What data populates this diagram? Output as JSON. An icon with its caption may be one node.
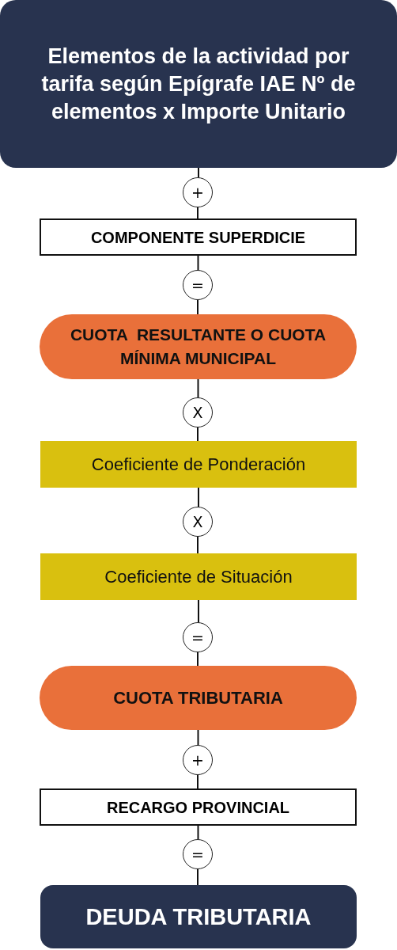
{
  "diagram": {
    "nodes": [
      {
        "text": [
          "Elementos de la actividad por tarifa según Epígrafe IAE Nº de elementos x Importe Unitario"
        ]
      },
      {
        "text": [
          "+"
        ]
      },
      {
        "text": [
          "COMPONENTE SUPERDICIE"
        ]
      },
      {
        "text": [
          "="
        ]
      },
      {
        "text": [
          "CUOTA  RESULTANTE O CUOTA MÍNIMA MUNICIPAL"
        ]
      },
      {
        "text": [
          "X"
        ]
      },
      {
        "text": [
          "Coeficiente de Ponderación"
        ]
      },
      {
        "text": [
          "X"
        ]
      },
      {
        "text": [
          "Coeficiente de Situación"
        ]
      },
      {
        "text": [
          "="
        ]
      },
      {
        "text": [
          "CUOTA TRIBUTARIA"
        ]
      },
      {
        "text": [
          "+"
        ]
      },
      {
        "text": [
          "RECARGO PROVINCIAL"
        ]
      },
      {
        "text": [
          "="
        ]
      },
      {
        "text": [
          "DEUDA TRIBUTARIA"
        ]
      }
    ],
    "edges": [
      {
        "from": 0,
        "to": 1,
        "arrow": "none"
      },
      {
        "from": 1,
        "to": 2,
        "arrow": "none"
      },
      {
        "from": 2,
        "to": 3,
        "arrow": "none"
      },
      {
        "from": 3,
        "to": 4,
        "arrow": "none"
      },
      {
        "from": 4,
        "to": 5,
        "arrow": "none"
      },
      {
        "from": 5,
        "to": 6,
        "arrow": "none"
      },
      {
        "from": 6,
        "to": 7,
        "arrow": "none"
      },
      {
        "from": 7,
        "to": 8,
        "arrow": "none"
      },
      {
        "from": 8,
        "to": 9,
        "arrow": "none"
      },
      {
        "from": 9,
        "to": 10,
        "arrow": "none"
      },
      {
        "from": 10,
        "to": 11,
        "arrow": "none"
      },
      {
        "from": 11,
        "to": 12,
        "arrow": "none"
      },
      {
        "from": 12,
        "to": 13,
        "arrow": "none"
      },
      {
        "from": 13,
        "to": 14,
        "arrow": "none"
      }
    ]
  }
}
